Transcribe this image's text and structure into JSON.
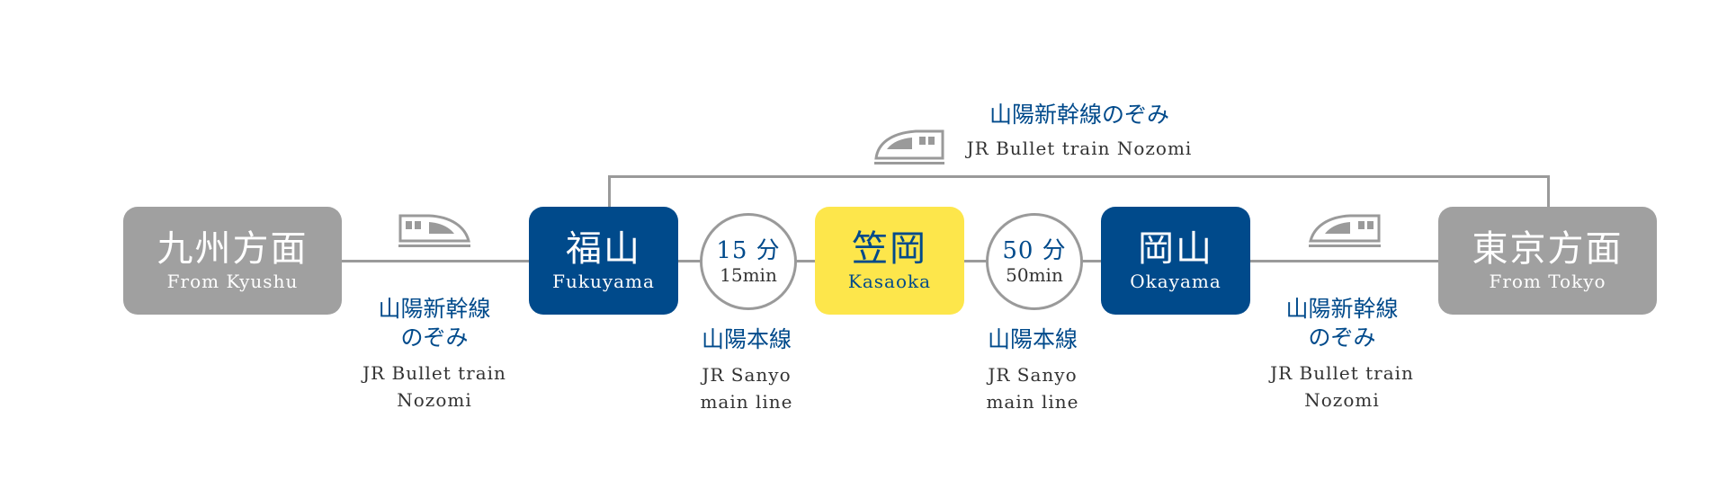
{
  "top_route": {
    "jp": "山陽新幹線のぞみ",
    "en": "JR Bullet train Nozomi"
  },
  "stations": {
    "kyushu": {
      "jp": "九州方面",
      "en": "From Kyushu"
    },
    "fukuyama": {
      "jp": "福山",
      "en": "Fukuyama"
    },
    "kasaoka": {
      "jp": "笠岡",
      "en": "Kasaoka"
    },
    "okayama": {
      "jp": "岡山",
      "en": "Okayama"
    },
    "tokyo": {
      "jp": "東京方面",
      "en": "From Tokyo"
    }
  },
  "times": {
    "fukuyama_kasaoka": {
      "jp": "15 分",
      "en": "15min"
    },
    "kasaoka_okayama": {
      "jp": "50 分",
      "en": "50min"
    }
  },
  "routes": {
    "left": {
      "jp1": "山陽新幹線",
      "jp2": "のぞみ",
      "en1": "JR Bullet train",
      "en2": "Nozomi"
    },
    "mid_left": {
      "jp": "山陽本線",
      "en1": "JR Sanyo",
      "en2": "main line"
    },
    "mid_right": {
      "jp": "山陽本線",
      "en1": "JR Sanyo",
      "en2": "main line"
    },
    "right": {
      "jp1": "山陽新幹線",
      "jp2": "のぞみ",
      "en1": "JR Bullet train",
      "en2": "Nozomi"
    }
  },
  "colors": {
    "navy": "#004a8b",
    "gray": "#a0a0a0",
    "yellow": "#fde64b",
    "line": "#9a9a9a"
  },
  "icons": {
    "train_top": "bullet-train-icon",
    "train_left": "bullet-train-icon",
    "train_right": "bullet-train-icon"
  }
}
